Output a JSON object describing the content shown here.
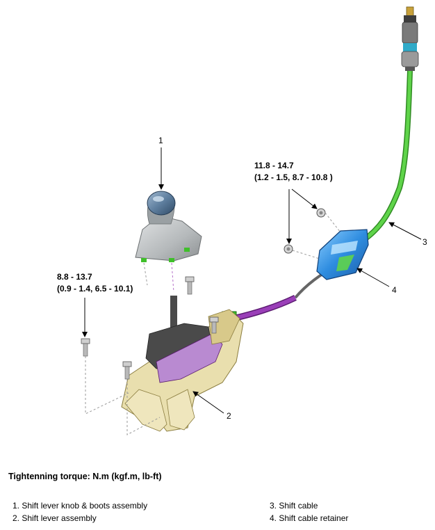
{
  "callouts": {
    "c1": "1",
    "c2": "2",
    "c3": "3",
    "c4": "4"
  },
  "torque_left": {
    "line1": "8.8 - 13.7",
    "line2": "(0.9 - 1.4, 6.5 - 10.1)"
  },
  "torque_right": {
    "line1": "11.8 - 14.7",
    "line2": "(1.2 - 1.5, 8.7 - 10.8 )"
  },
  "footer": {
    "title": "Tightenning torque: N.m (kgf.m, lb-ft)",
    "items": [
      "1. Shift lever knob & boots assembly",
      "2. Shift lever assembly",
      "3. Shift cable",
      "4. Shift cable retainer"
    ]
  },
  "colors": {
    "cable_green": "#3fbf2a",
    "cable_purple": "#8a2fa6",
    "retainer_blue": "#2f8de0",
    "housing_cream": "#e9dfae",
    "boot_gray": "#b5b9bb",
    "knob_blue": "#5f7f9f"
  }
}
